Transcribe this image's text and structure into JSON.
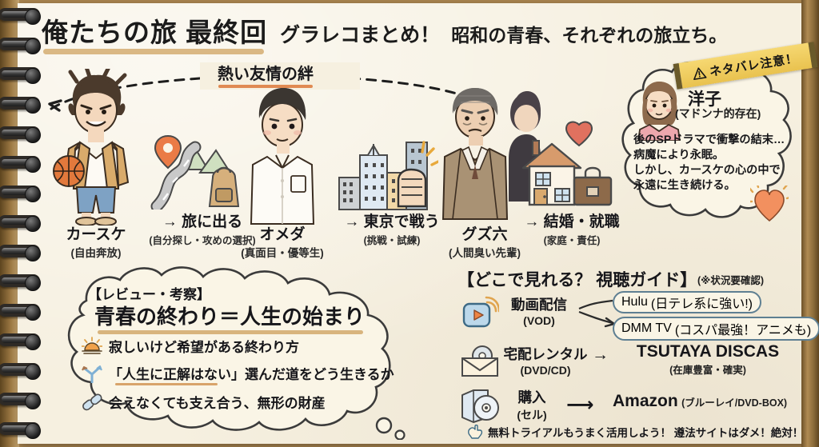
{
  "header": {
    "title_main": "俺たちの旅 最終回",
    "title_sub": "グラレコまとめ！",
    "title_tail": "昭和の青春、それぞれの旅立ち。"
  },
  "arc": {
    "label": "熱い友情の絆"
  },
  "characters": [
    {
      "name": "カースケ",
      "sub": "(自由奔放)",
      "icon": "basketball-boy-illustration"
    },
    {
      "name": "オメダ",
      "sub": "(真面目・優等生)",
      "icon": "student-boy-illustration"
    },
    {
      "name": "グズ六",
      "sub": "(人間臭い先輩)",
      "icon": "older-man-illustration"
    }
  ],
  "transitions": [
    {
      "top": "→ 旅に出る",
      "sub": "(自分探し・攻めの選択)",
      "icon": "road-backpack-icon"
    },
    {
      "top": "→ 東京で戦う",
      "sub": "(挑戦・試練)",
      "icon": "city-fist-icon"
    },
    {
      "top": "→ 結婚・就職",
      "sub": "(家庭・責任)",
      "icon": "house-briefcase-icon"
    }
  ],
  "spoiler": {
    "tape": "ネタバレ注意！",
    "tape_icon": "warning-triangle-icon",
    "name": "洋子",
    "role": "(マドンナ的存在)",
    "lines": [
      "後のSPドラマで衝撃の結末…",
      "病魔により永眠。",
      "しかし、カースケの心の中で",
      "永遠に生き続ける。"
    ],
    "heart_icon": "heart-icon",
    "avatar_icon": "woman-avatar-illustration"
  },
  "review": {
    "tag": "【レビュー・考察】",
    "headline": "青春の終わり＝人生の始まり",
    "items": [
      {
        "icon": "sunset-icon",
        "text": "寂しいけど希望がある終わり方",
        "underline": false
      },
      {
        "icon": "fork-road-icon",
        "text": "「人生に正解はない」選んだ道をどう生きるか",
        "underline": true
      },
      {
        "icon": "chain-link-icon",
        "text": "会えなくても支え合う、無形の財産",
        "underline": false
      }
    ]
  },
  "guide": {
    "title": "【どこで見れる？ 視聴ガイド】",
    "note": "(※状況要確認)",
    "rows": [
      {
        "icon": "video-play-icon",
        "label": "動画配信",
        "label_sub": "(VOD)",
        "arrow": "→",
        "options": [
          {
            "name": "Hulu",
            "detail": "(日テレ系に強い!)"
          },
          {
            "name": "DMM TV",
            "detail": "(コスパ最強！アニメも)"
          }
        ]
      },
      {
        "icon": "mail-disc-icon",
        "label": "宅配レンタル",
        "label_sub": "(DVD/CD)",
        "arrow": "→",
        "options": [
          {
            "name": "TSUTAYA DISCAS",
            "detail": "(在庫豊富・確実)"
          }
        ]
      },
      {
        "icon": "disc-case-icon",
        "label": "購入",
        "label_sub": "(セル)",
        "arrow": "⟶",
        "options": [
          {
            "name": "Amazon",
            "detail": "(ブルーレイ/DVD-BOX)"
          }
        ]
      }
    ],
    "footer_icon": "pointing-hand-icon",
    "footer": "無料トライアルもうまく活用しよう！ 遵法サイトはダメ！絶対！"
  },
  "colors": {
    "paper": "#f6f0e0",
    "ink": "#16161a",
    "highlight_tan": "#d8b47d",
    "highlight_orange": "#e08a52",
    "tape_yellow": "#eec94f",
    "pill_border": "#5e7f92"
  }
}
